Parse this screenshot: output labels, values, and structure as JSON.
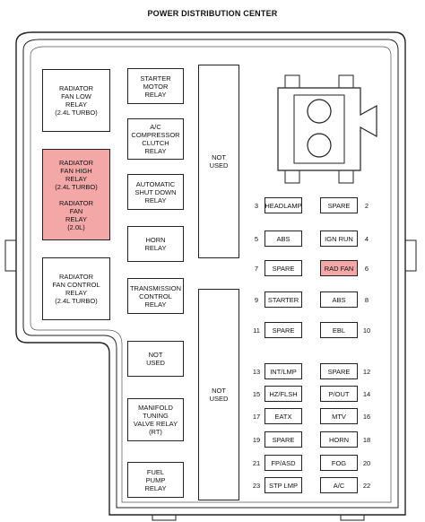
{
  "title": "POWER DISTRIBUTION CENTER",
  "colors": {
    "highlight": "#f3a7a7",
    "line": "#222222"
  },
  "relays_left": [
    {
      "label": "RADIATOR\nFAN LOW\nRELAY\n(2.4L TURBO)",
      "highlight": false
    },
    {
      "label": "RADIATOR\nFAN HIGH\nRELAY\n(2.4L TURBO)\n\nRADIATOR\nFAN\nRELAY\n(2.0L)",
      "highlight": true
    },
    {
      "label": "RADIATOR\nFAN CONTROL\nRELAY\n(2.4L TURBO)",
      "highlight": false
    }
  ],
  "relays_middle": [
    {
      "label": "STARTER\nMOTOR\nRELAY"
    },
    {
      "label": "A/C\nCOMPRESSOR\nCLUTCH\nRELAY"
    },
    {
      "label": "AUTOMATIC\nSHUT DOWN\nRELAY"
    },
    {
      "label": "HORN\nRELAY"
    },
    {
      "label": "TRANSMISSION\nCONTROL\nRELAY"
    },
    {
      "label": "NOT\nUSED"
    },
    {
      "label": "MANIFOLD\nTUNING\nVALVE RELAY\n(RT)"
    },
    {
      "label": "FUEL\nPUMP\nRELAY"
    }
  ],
  "not_used_blocks": [
    {
      "label": "NOT\nUSED"
    },
    {
      "label": "NOT\nUSED"
    }
  ],
  "fuses_left": [
    {
      "num": "3",
      "label": "HEADLAMP",
      "highlight": false
    },
    {
      "num": "5",
      "label": "ABS",
      "highlight": false
    },
    {
      "num": "7",
      "label": "SPARE",
      "highlight": false
    },
    {
      "num": "9",
      "label": "STARTER",
      "highlight": false
    },
    {
      "num": "11",
      "label": "SPARE",
      "highlight": false
    },
    {
      "num": "13",
      "label": "INT/LMP",
      "highlight": false
    },
    {
      "num": "15",
      "label": "HZ/FLSH",
      "highlight": false
    },
    {
      "num": "17",
      "label": "EATX",
      "highlight": false
    },
    {
      "num": "19",
      "label": "SPARE",
      "highlight": false
    },
    {
      "num": "21",
      "label": "FP/ASD",
      "highlight": false
    },
    {
      "num": "23",
      "label": "STP LMP",
      "highlight": false
    }
  ],
  "fuses_right": [
    {
      "num": "2",
      "label": "SPARE",
      "highlight": false
    },
    {
      "num": "4",
      "label": "IGN RUN",
      "highlight": false
    },
    {
      "num": "6",
      "label": "RAD FAN",
      "highlight": true
    },
    {
      "num": "8",
      "label": "ABS",
      "highlight": false
    },
    {
      "num": "10",
      "label": "EBL",
      "highlight": false
    },
    {
      "num": "12",
      "label": "SPARE",
      "highlight": false
    },
    {
      "num": "14",
      "label": "P/OUT",
      "highlight": false
    },
    {
      "num": "16",
      "label": "MTV",
      "highlight": false
    },
    {
      "num": "18",
      "label": "HORN",
      "highlight": false
    },
    {
      "num": "20",
      "label": "FOG",
      "highlight": false
    },
    {
      "num": "22",
      "label": "A/C",
      "highlight": false
    }
  ]
}
